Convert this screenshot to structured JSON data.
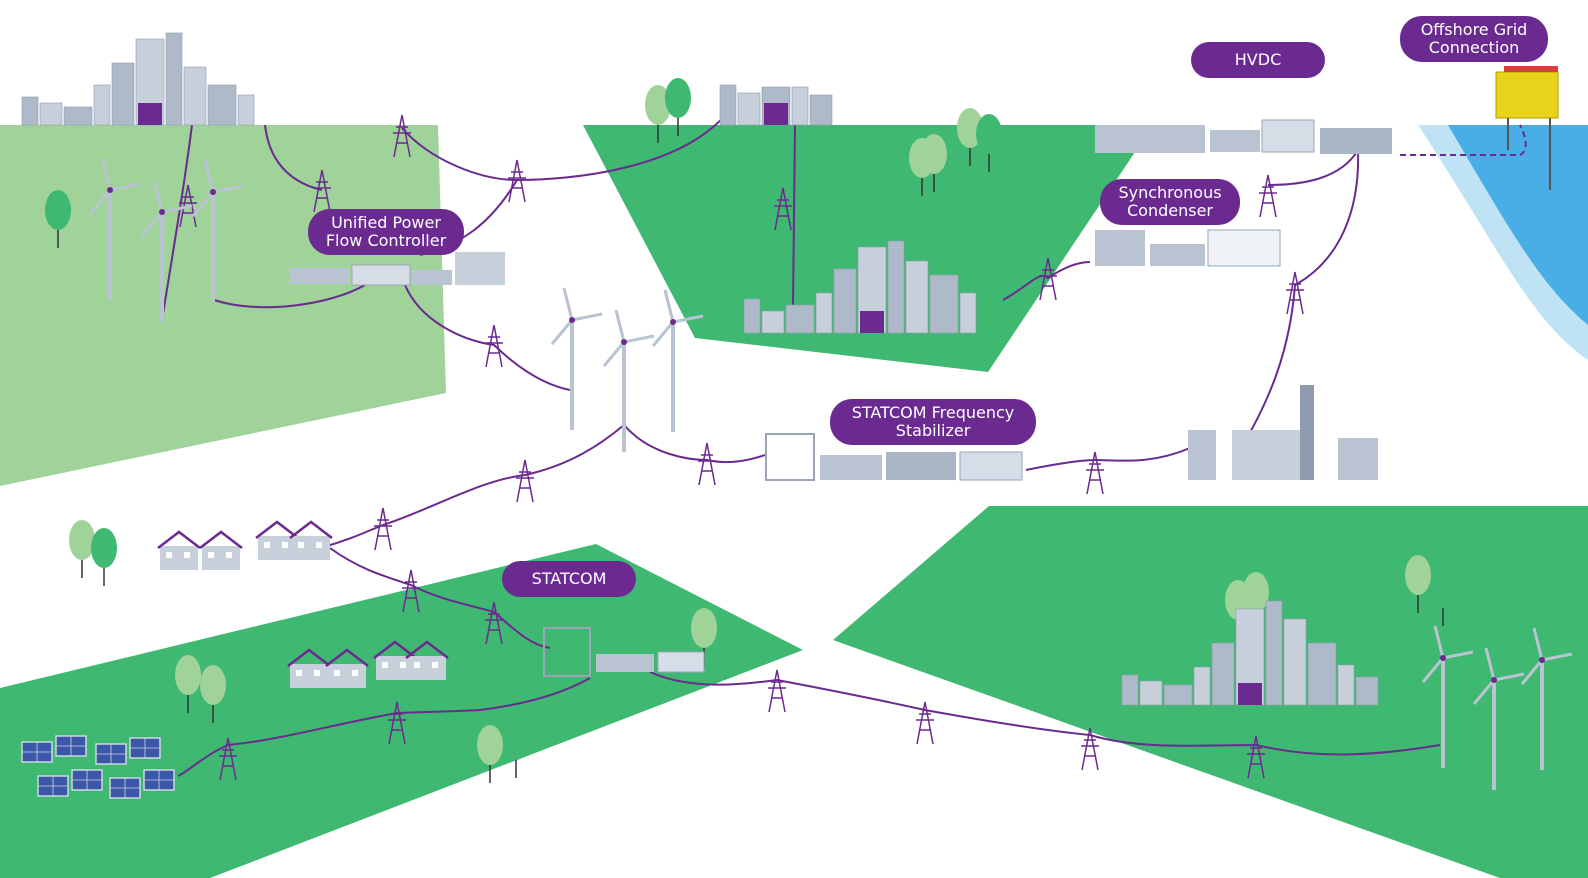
{
  "labels": {
    "upfc": "Unified Power\nFlow Controller",
    "hvdc": "HVDC",
    "offshore": "Offshore Grid\nConnection",
    "sync_condenser": "Synchronous\nCondenser",
    "statcom_freq": "STATCOM Frequency\nStabilizer",
    "statcom": "STATCOM"
  },
  "colors": {
    "label_bg": "#6b2a8f",
    "line": "#6b2a8f",
    "land_light": "#9fd399",
    "land": "#3fb872",
    "sea_light": "#bfe3f5",
    "sea": "#49aee6",
    "building": "#b9c3d1",
    "tower": "#6b2a8f"
  }
}
